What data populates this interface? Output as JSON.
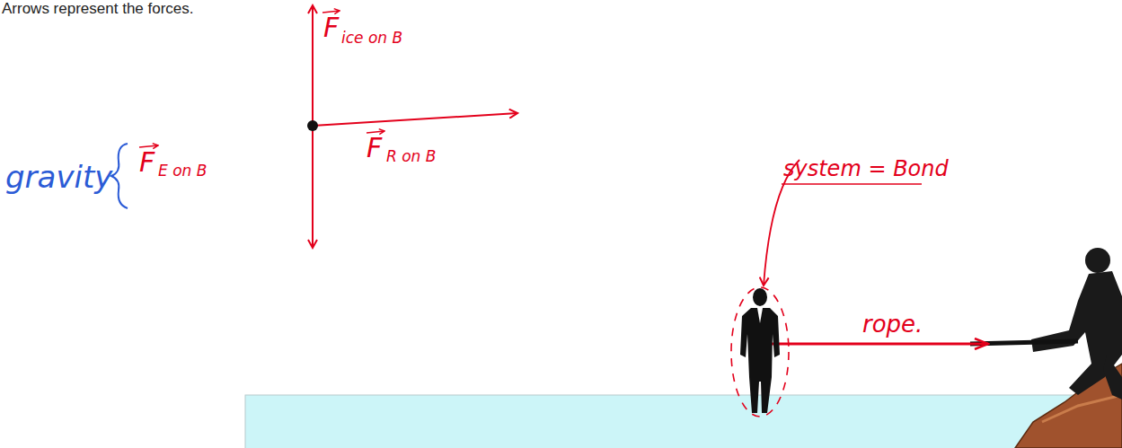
{
  "diagram": {
    "labels": [
      "Arrows represent the forces.",
      "F",
      "ice on B",
      "F",
      "R on B",
      "gravity",
      "F",
      "E on B",
      "system = Bond",
      "rope."
    ]
  }
}
